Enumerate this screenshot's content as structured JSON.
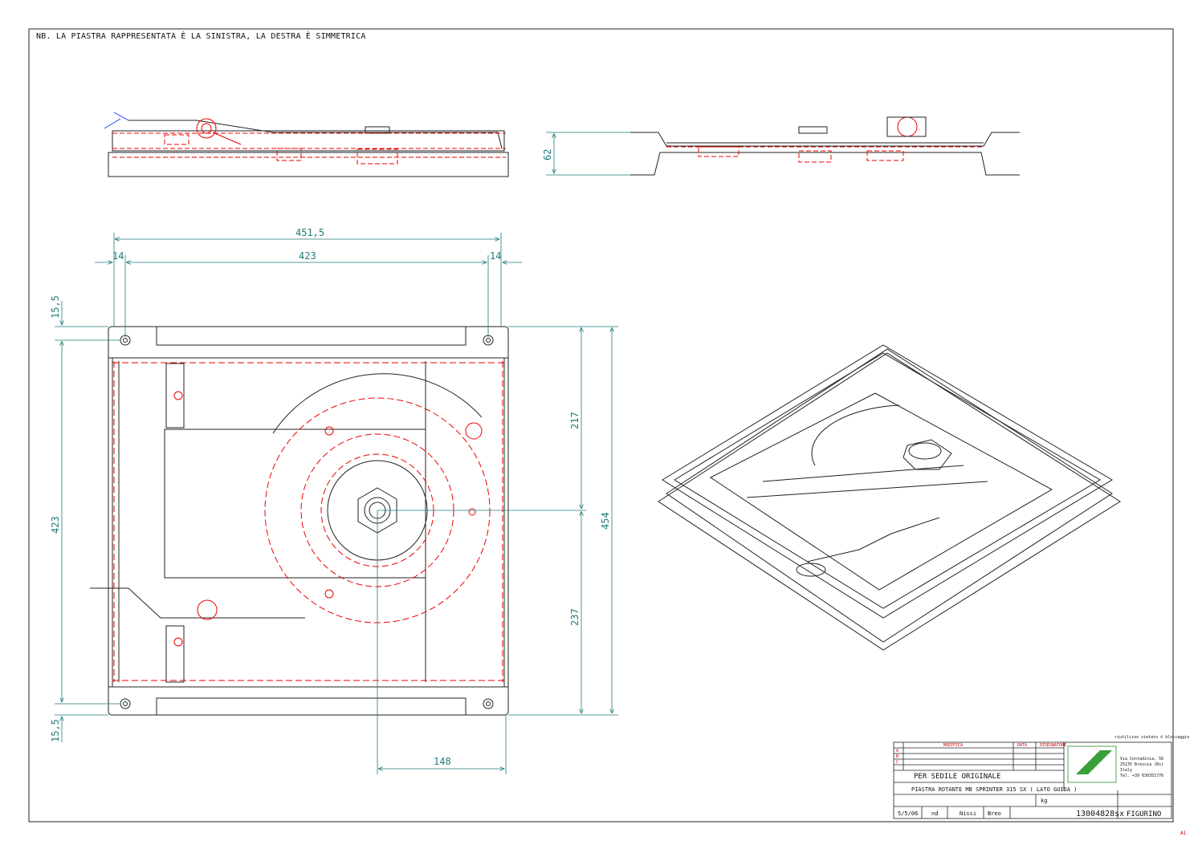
{
  "note": "NB. LA PIASTRA RAPPRESENTATA È LA SINISTRA, LA DESTRA È SIMMETRICA",
  "dimensions": {
    "overall_width": "451,5",
    "hole_spacing_x": "423",
    "edge_left": "14",
    "edge_right": "14",
    "top_offset": "15,5",
    "bottom_offset": "15,5",
    "hole_spacing_y": "423",
    "overall_height": "454",
    "upper_to_center": "217",
    "center_to_lower": "237",
    "center_to_right": "148",
    "side_height": "62"
  },
  "title_block": {
    "header_small": "riutilizzo vietato © bloccaggio",
    "headers": [
      "MODIFICA",
      "DATA",
      "DISEGNATORE"
    ],
    "rows": [
      "A",
      "B",
      "C"
    ],
    "use_label": "PER SEDILE ORIGINALE",
    "description": "PIASTRA ROTANTE MB SPRINTER 315 SX ( LATO GUIDA )",
    "unit": "kg",
    "date": "5/5/06",
    "scale": "nd",
    "drawn_by": "Nissi",
    "checked_by": "Breo",
    "code": "13004828sx",
    "type": "FIGURINO",
    "company": {
      "address1": "Via Contadinia, 56",
      "address2": "25135 Brescia (Bs)",
      "country": "Italy",
      "phone": "Tel. +39 030351776"
    }
  },
  "sheet_size": "A1"
}
